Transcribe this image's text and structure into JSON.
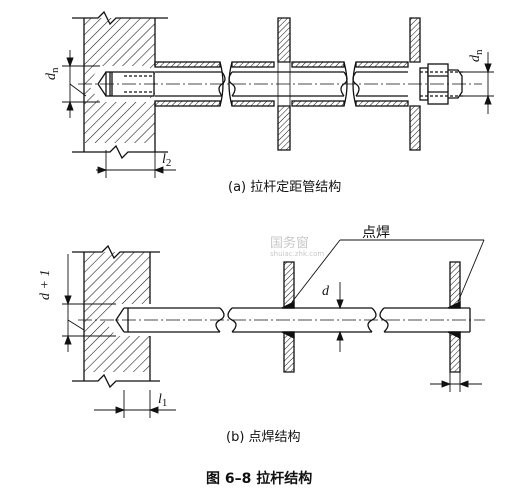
{
  "figure": {
    "caption": "图 6–8   拉杆结构",
    "part_a": {
      "caption": "(a)  拉杆定距管结构",
      "dim_left": "d",
      "dim_left_sub": "n",
      "dim_right": "d",
      "dim_right_sub": "n",
      "dim_bottom": "l",
      "dim_bottom_sub": "2"
    },
    "part_b": {
      "caption": "(b)  点焊结构",
      "weld_label": "点焊",
      "dim_left": "d + 1",
      "dim_rod": "d",
      "dim_bottom": "l",
      "dim_bottom_sub": "1"
    },
    "watermark": {
      "title": "国务窗",
      "url": "shuiac.zhk.com"
    }
  }
}
